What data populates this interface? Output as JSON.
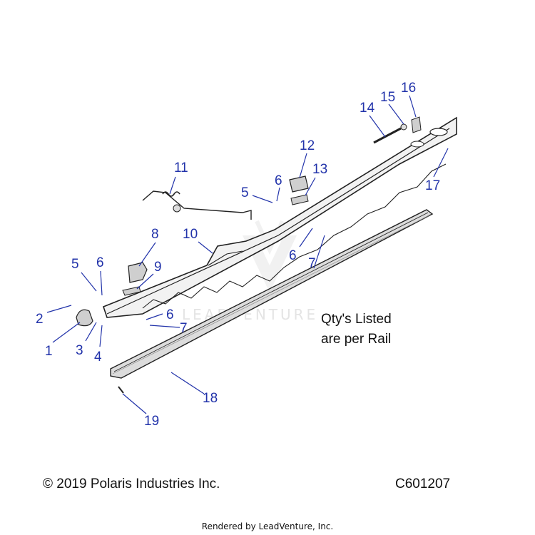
{
  "diagram": {
    "callouts": [
      "1",
      "2",
      "3",
      "4",
      "5",
      "6",
      "7",
      "8",
      "9",
      "10",
      "11",
      "12",
      "13",
      "14",
      "15",
      "16",
      "17",
      "18",
      "19",
      "6",
      "5",
      "6",
      "7",
      "6",
      "7"
    ],
    "note_lines": [
      "Qty's Listed",
      "are per Rail"
    ],
    "watermark": "LEADVENTURE"
  },
  "footer": {
    "copyright": "© 2019 Polaris Industries Inc.",
    "code": "C601207",
    "rendered_by": "Rendered by LeadVenture, Inc."
  },
  "colors": {
    "callout": "#2233aa",
    "part_outline": "#222222",
    "rail_fill": "#d9d9d9"
  }
}
